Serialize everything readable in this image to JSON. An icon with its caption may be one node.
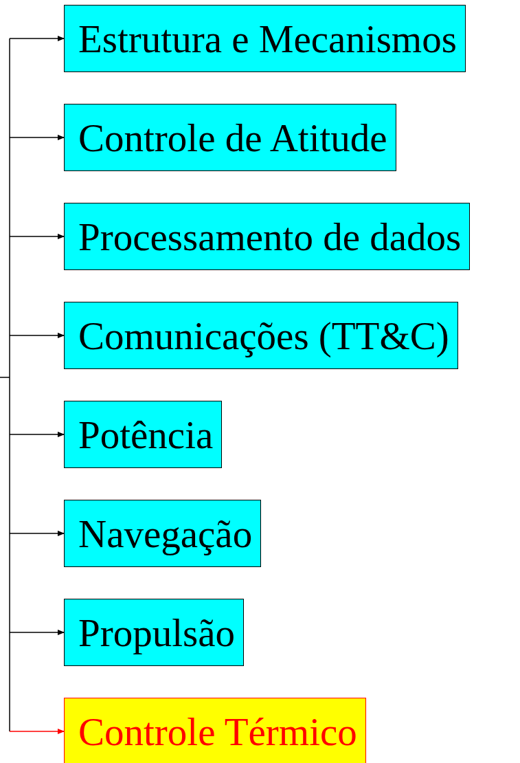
{
  "diagram": {
    "nodes": [
      {
        "text": [
          "Estrutura e Mecanismos"
        ]
      },
      {
        "text": [
          "Controle de Atitude"
        ]
      },
      {
        "text": [
          "Processamento de dados"
        ]
      },
      {
        "text": [
          "Comunicações (TT&C)"
        ]
      },
      {
        "text": [
          "Potência"
        ]
      },
      {
        "text": [
          "Navegação"
        ]
      },
      {
        "text": [
          "Propulsão"
        ]
      },
      {
        "text": [
          "Controle Térmico"
        ]
      }
    ],
    "edges": [
      {
        "from": null,
        "to": 0,
        "arrow": "to"
      },
      {
        "from": null,
        "to": 1,
        "arrow": "to"
      },
      {
        "from": null,
        "to": 2,
        "arrow": "to"
      },
      {
        "from": null,
        "to": 3,
        "arrow": "to"
      },
      {
        "from": null,
        "to": 4,
        "arrow": "to"
      },
      {
        "from": null,
        "to": 5,
        "arrow": "to"
      },
      {
        "from": null,
        "to": 6,
        "arrow": "to"
      },
      {
        "from": null,
        "to": 7,
        "arrow": "to",
        "color": "#ff0000"
      }
    ]
  }
}
